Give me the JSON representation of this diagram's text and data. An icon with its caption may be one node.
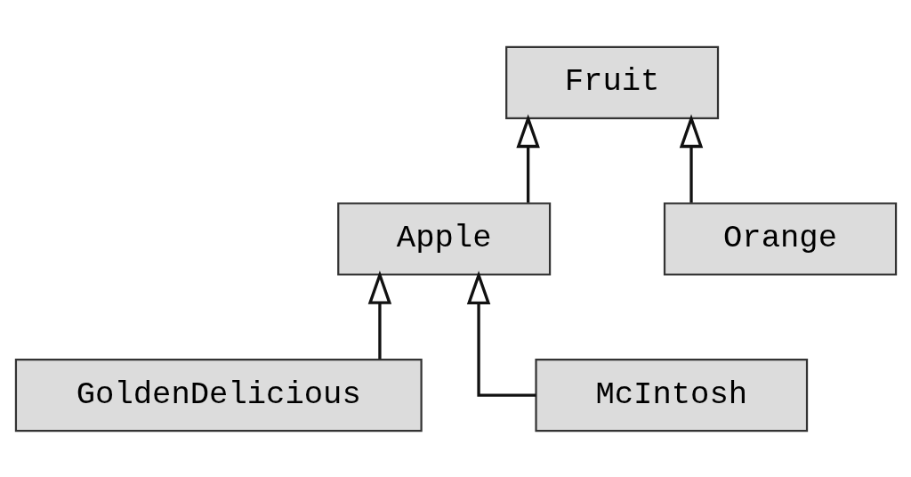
{
  "diagram": {
    "nodes": [
      {
        "text": [
          "Fruit"
        ]
      },
      {
        "text": [
          "Apple"
        ]
      },
      {
        "text": [
          "Orange"
        ]
      },
      {
        "text": [
          "GoldenDelicious"
        ]
      },
      {
        "text": [
          "McIntosh"
        ]
      }
    ],
    "edges": [
      {
        "from": 1,
        "to": 0,
        "arrow": "to"
      },
      {
        "from": 2,
        "to": 0,
        "arrow": "to"
      },
      {
        "from": 3,
        "to": 1,
        "arrow": "to"
      },
      {
        "from": 4,
        "to": 1,
        "arrow": "to"
      }
    ]
  }
}
